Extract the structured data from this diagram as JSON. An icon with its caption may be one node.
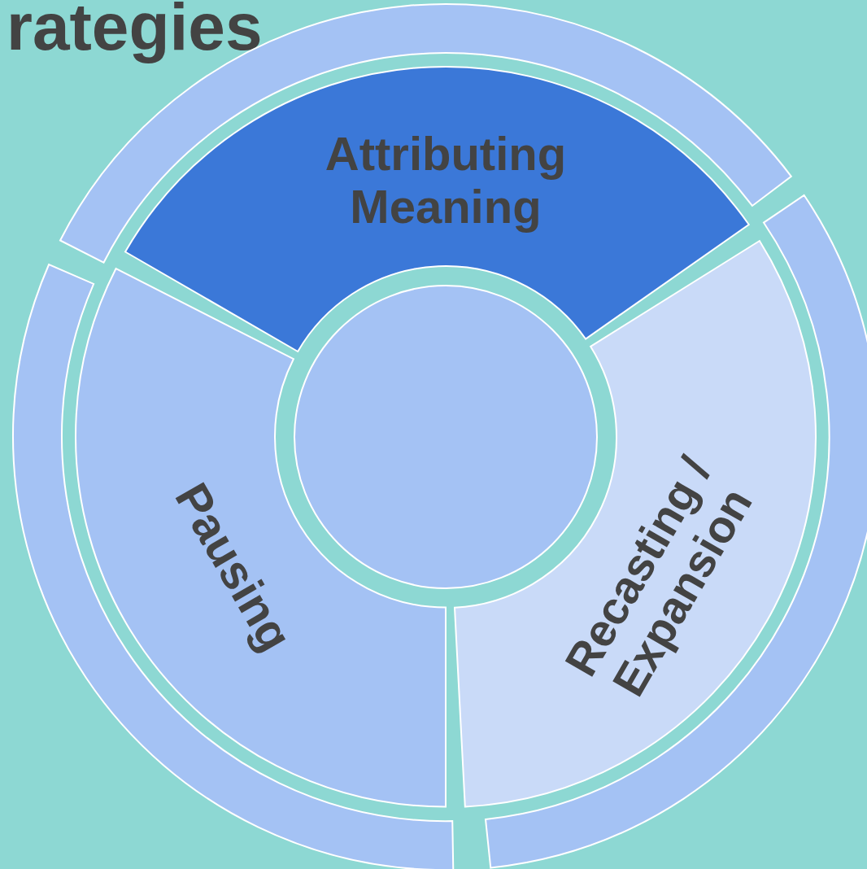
{
  "diagram": {
    "title": "rategies",
    "nodes": [
      {
        "text": [
          "Attributing Meaning"
        ]
      },
      {
        "text": [
          "Recasting / Expansion"
        ]
      },
      {
        "text": [
          "Pausing"
        ]
      },
      {
        "text": [],
        "shape": "circle"
      },
      {
        "text": [],
        "shape": "band"
      },
      {
        "text": [],
        "shape": "band"
      },
      {
        "text": [],
        "shape": "band"
      }
    ]
  }
}
